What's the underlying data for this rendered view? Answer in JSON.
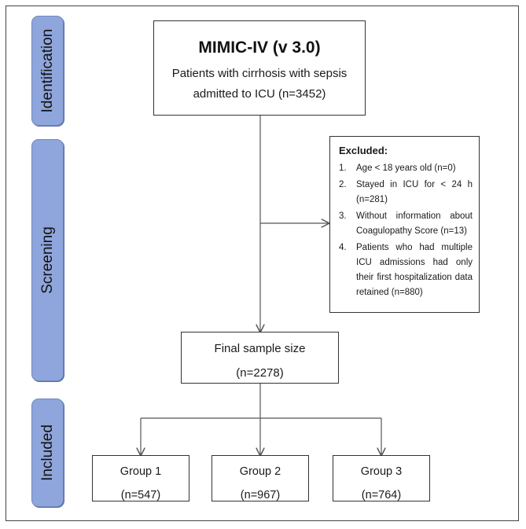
{
  "stages": {
    "identification": "Identification",
    "screening": "Screening",
    "included": "Included"
  },
  "main_box": {
    "title": "MIMIC-IV (v 3.0)",
    "line1": "Patients with cirrhosis with sepsis",
    "line2": "admitted to ICU (n=3452)"
  },
  "excluded": {
    "title": "Excluded:",
    "items": [
      {
        "num": "1.",
        "text": "Age < 18 years old (n=0)"
      },
      {
        "num": "2.",
        "text": "Stayed in ICU for < 24 h (n=281)"
      },
      {
        "num": "3.",
        "text": "Without information about Coagulopathy Score (n=13)"
      },
      {
        "num": "4.",
        "text": "Patients who had multiple ICU admissions had only their first hospitalization data retained (n=880)"
      }
    ]
  },
  "final_box": {
    "title": "Final sample size",
    "n": "(n=2278)"
  },
  "groups": [
    {
      "title": "Group 1",
      "n": "(n=547)"
    },
    {
      "title": "Group 2",
      "n": "(n=967)"
    },
    {
      "title": "Group 3",
      "n": "(n=764)"
    }
  ],
  "colors": {
    "stage_fill": "#8fa6dc",
    "stage_border": "#6f86c0",
    "line": "#555555"
  }
}
